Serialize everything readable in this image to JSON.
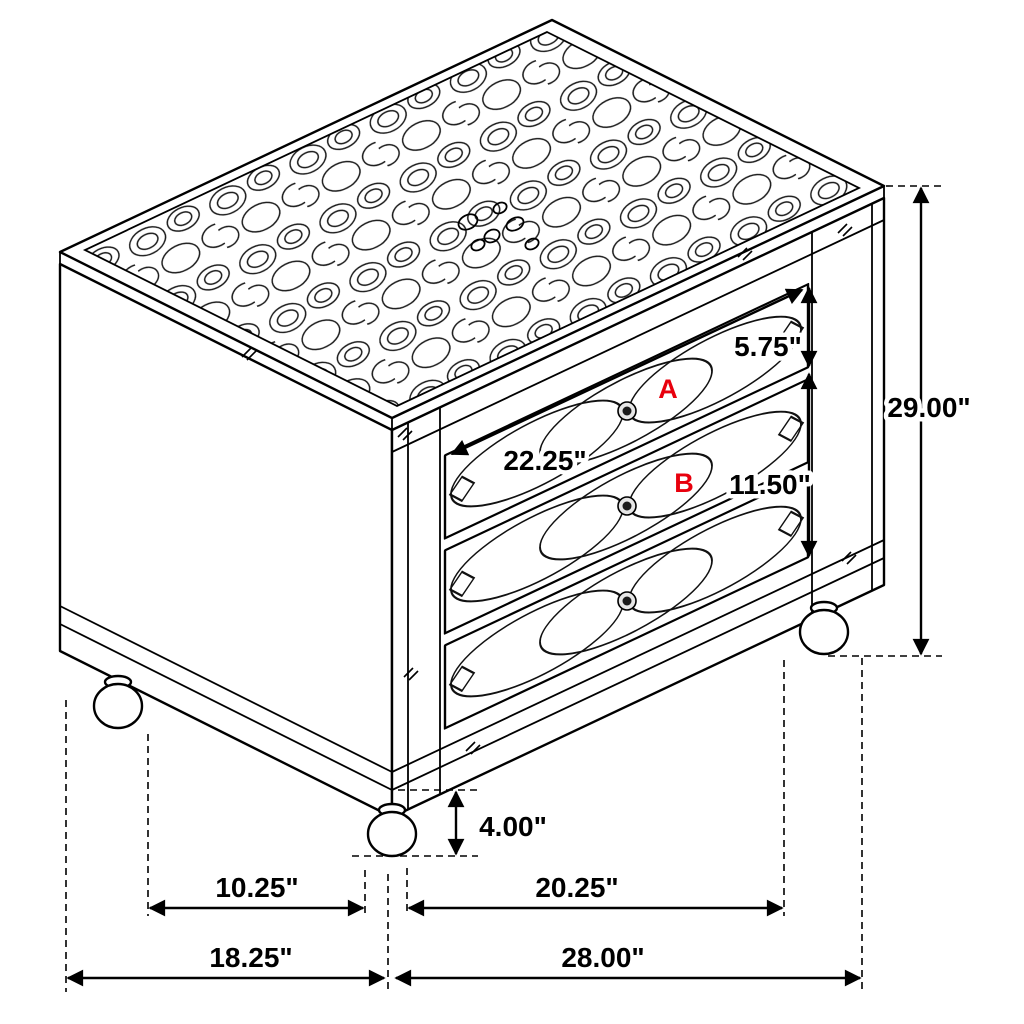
{
  "diagram": {
    "colors": {
      "accent": "#e8000d",
      "line": "#000000"
    },
    "markers": {
      "a": "A",
      "b": "B"
    },
    "dimensions": {
      "overall_height": "29.00\"",
      "top_drawer_height": "5.75\"",
      "lower_drawer_height": "11.50\"",
      "drawer_width": "22.25\"",
      "leg_height": "4.00\"",
      "side_foot_spacing": "10.25\"",
      "front_foot_spacing": "20.25\"",
      "overall_depth": "18.25\"",
      "overall_width": "28.00\""
    }
  }
}
